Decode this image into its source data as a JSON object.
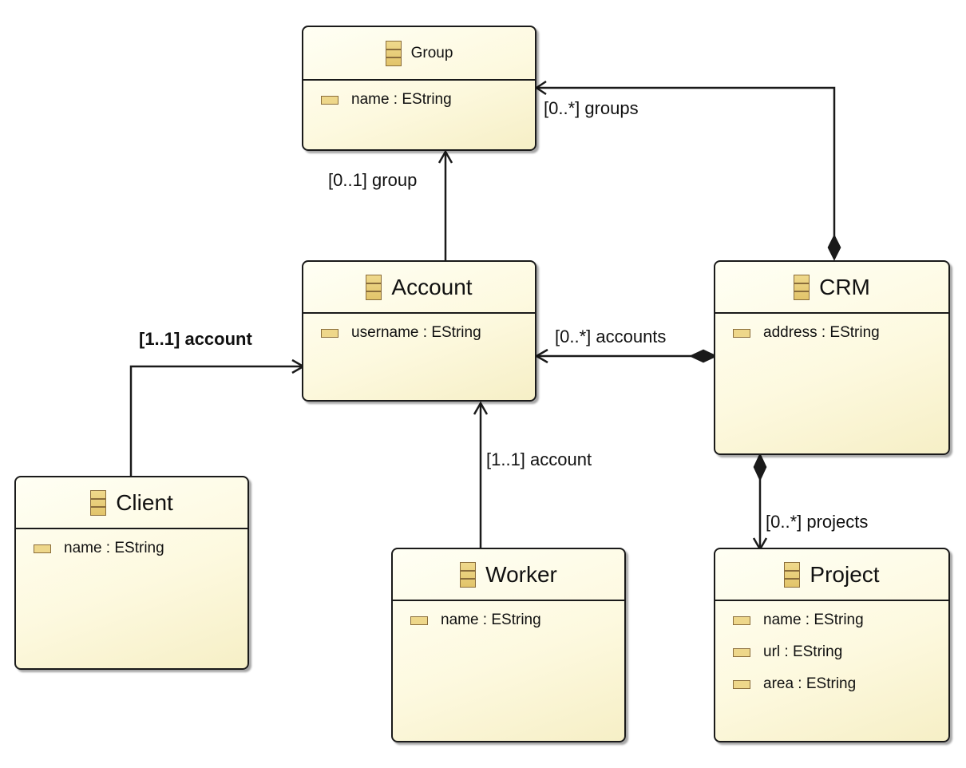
{
  "classes": {
    "group": {
      "name": "Group",
      "attributes": [
        "name : EString"
      ]
    },
    "account": {
      "name": "Account",
      "attributes": [
        "username : EString"
      ]
    },
    "crm": {
      "name": "CRM",
      "attributes": [
        "address : EString"
      ]
    },
    "client": {
      "name": "Client",
      "attributes": [
        "name : EString"
      ]
    },
    "worker": {
      "name": "Worker",
      "attributes": [
        "name : EString"
      ]
    },
    "project": {
      "name": "Project",
      "attributes": [
        "name : EString",
        "url : EString",
        "area : EString"
      ]
    }
  },
  "references": {
    "groups": {
      "label": "[0..*] groups",
      "source": "CRM",
      "target": "Group",
      "containment": true
    },
    "group": {
      "label": "[0..1] group",
      "source": "Account",
      "target": "Group",
      "containment": false
    },
    "accounts": {
      "label": "[0..*] accounts",
      "source": "CRM",
      "target": "Account",
      "containment": true
    },
    "client_account": {
      "label": "[1..1] account",
      "source": "Client",
      "target": "Account",
      "containment": false,
      "emphasized": true
    },
    "worker_account": {
      "label": "[1..1] account",
      "source": "Worker",
      "target": "Account",
      "containment": false
    },
    "projects": {
      "label": "[0..*] projects",
      "source": "CRM",
      "target": "Project",
      "containment": true
    }
  },
  "colors": {
    "class_fill": "#fdf9df",
    "border": "#1a1a1a",
    "icon_fill": "#eed78a",
    "icon_stroke": "#8a6d3b"
  }
}
